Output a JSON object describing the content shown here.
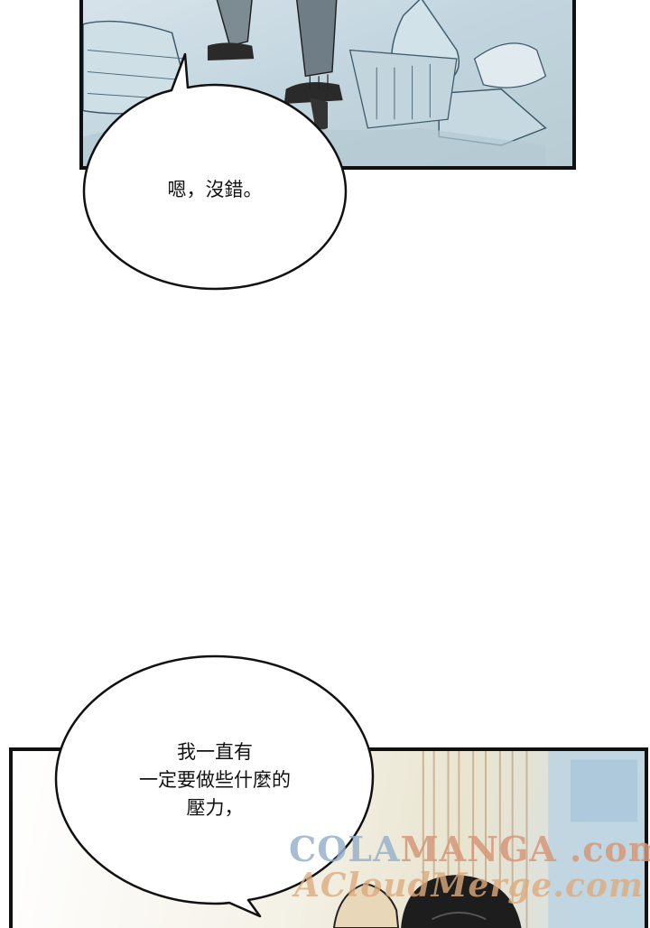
{
  "bubbles": {
    "top": {
      "line1": "嗯，沒錯。"
    },
    "bottom": {
      "line1": "我一直有",
      "line2": "一定要做些什麼的",
      "line3": "壓力，"
    }
  },
  "watermark": {
    "brand_a": "COLA",
    "brand_b": "MANGA",
    "brand_c": " .com",
    "line2": "ACloudMerge.com"
  }
}
